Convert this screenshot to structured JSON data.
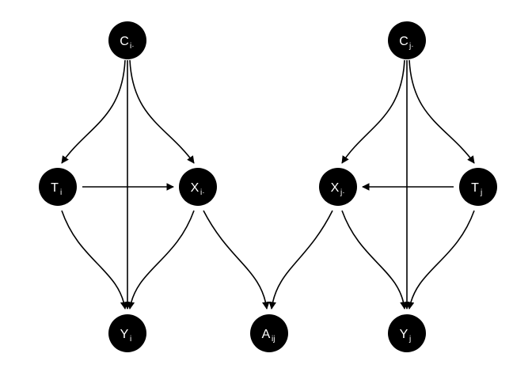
{
  "diagram": {
    "nodes": [
      {
        "id": "Ci",
        "main": "C",
        "sub": "i·"
      },
      {
        "id": "Cj",
        "main": "C",
        "sub": "j·"
      },
      {
        "id": "Ti",
        "main": "T",
        "sub": "i"
      },
      {
        "id": "Xi",
        "main": "X",
        "sub": "i·"
      },
      {
        "id": "Xj",
        "main": "X",
        "sub": "j·"
      },
      {
        "id": "Tj",
        "main": "T",
        "sub": "j"
      },
      {
        "id": "Yi",
        "main": "Y",
        "sub": "i"
      },
      {
        "id": "Aij",
        "main": "A",
        "sub": "ij"
      },
      {
        "id": "Yj",
        "main": "Y",
        "sub": "j"
      }
    ],
    "edges": [
      {
        "from": "Ci",
        "to": "Ti"
      },
      {
        "from": "Ci",
        "to": "Xi"
      },
      {
        "from": "Ci",
        "to": "Yi"
      },
      {
        "from": "Ti",
        "to": "Xi"
      },
      {
        "from": "Ti",
        "to": "Yi"
      },
      {
        "from": "Xi",
        "to": "Yi"
      },
      {
        "from": "Xi",
        "to": "Aij"
      },
      {
        "from": "Cj",
        "to": "Xj"
      },
      {
        "from": "Cj",
        "to": "Tj"
      },
      {
        "from": "Cj",
        "to": "Yj"
      },
      {
        "from": "Tj",
        "to": "Xj"
      },
      {
        "from": "Tj",
        "to": "Yj"
      },
      {
        "from": "Xj",
        "to": "Yj"
      },
      {
        "from": "Xj",
        "to": "Aij"
      }
    ],
    "colors": {
      "node_fill": "#000000",
      "node_text": "#ffffff",
      "edge": "#000000",
      "background": "#ffffff"
    }
  }
}
